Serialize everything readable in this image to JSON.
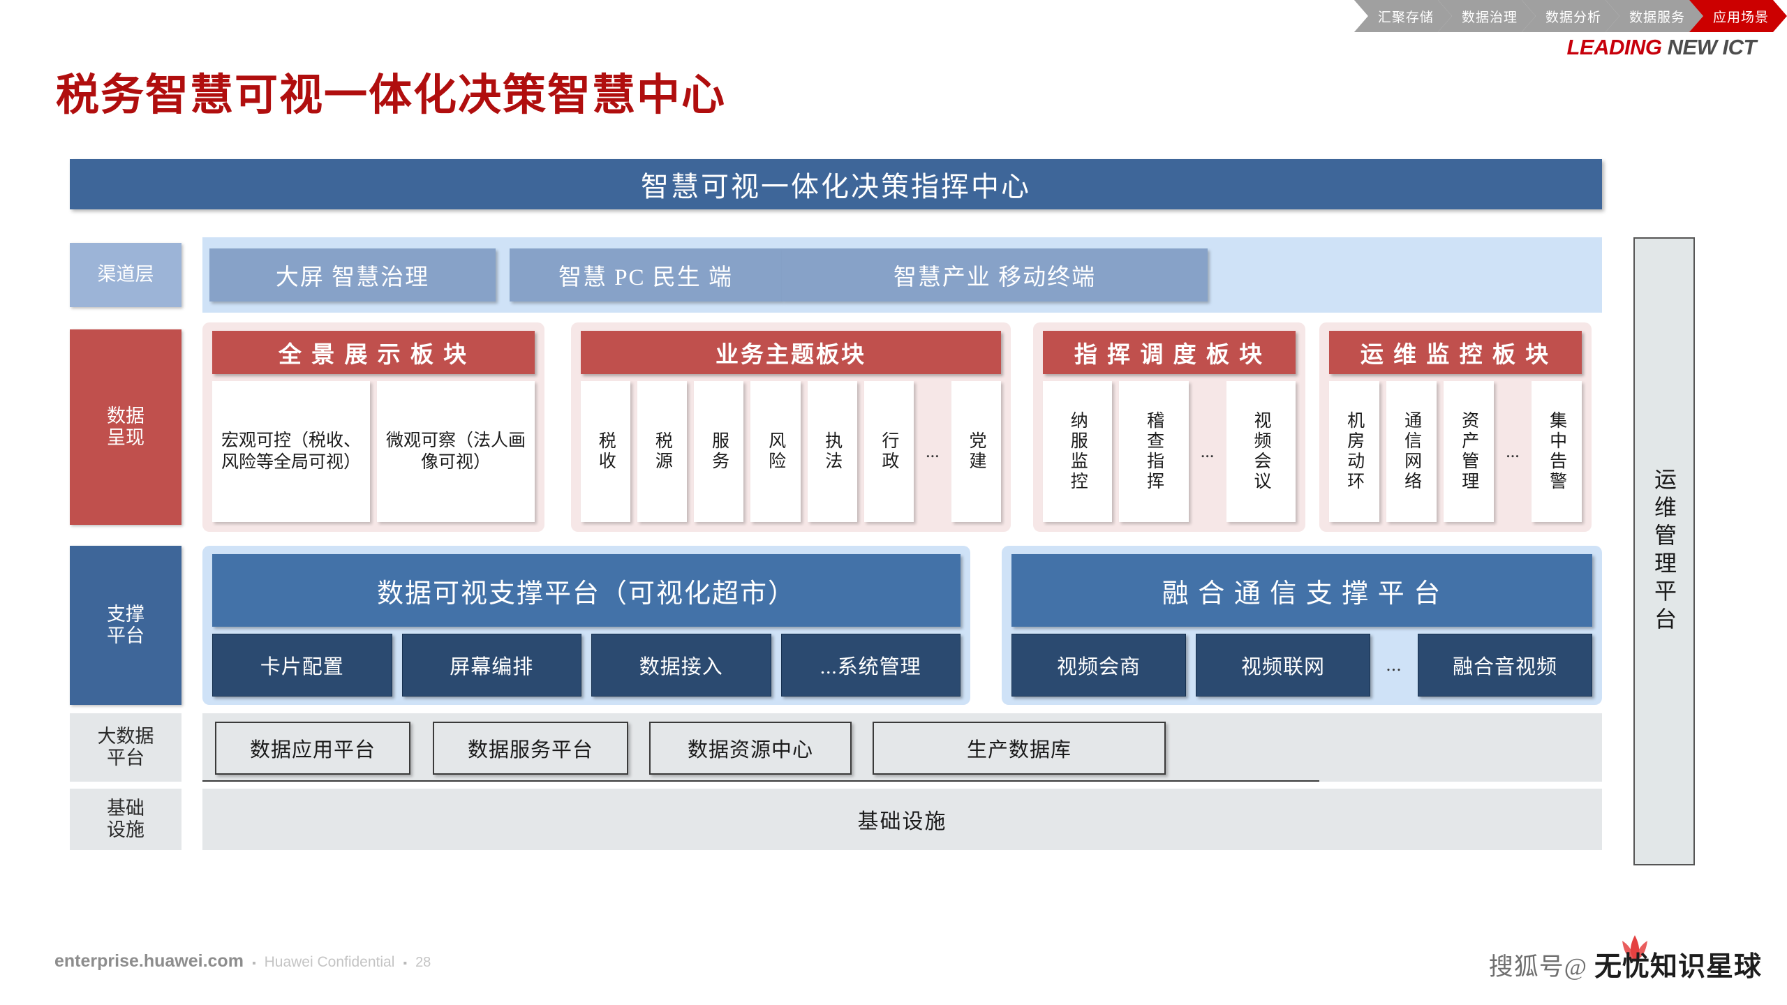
{
  "ribbon": {
    "steps": [
      {
        "label": "汇聚存储",
        "active": false
      },
      {
        "label": "数据治理",
        "active": false
      },
      {
        "label": "数据分析",
        "active": false
      },
      {
        "label": "数据服务",
        "active": false
      },
      {
        "label": "应用场景",
        "active": true
      }
    ],
    "active_color": "#cc0000",
    "inactive_color": "#a0a0a0"
  },
  "logo": {
    "primary": "LEADING",
    "secondary": "NEW ICT",
    "primary_color": "#c7000b",
    "secondary_color": "#4d4d4d"
  },
  "title": {
    "text": "税务智慧可视一体化决策智慧中心",
    "color": "#b00e0e"
  },
  "command_bar": {
    "text": "智慧可视一体化决策指挥中心",
    "color": "#3e6699"
  },
  "channel_layer": {
    "label": "渠道层",
    "items": [
      {
        "text": "大屏 智慧治理"
      },
      {
        "text": "智慧 PC 民生 端"
      },
      {
        "text": "智慧产业 移动终端"
      }
    ]
  },
  "data_presentation": {
    "label": "数据\n呈现",
    "label_line1": "数据",
    "label_line2": "呈现",
    "groups": [
      {
        "header": "全 景 展 示 板 块",
        "cards": [
          {
            "text": "宏观可控（税收、风险等全局可视）",
            "type": "wrap"
          },
          {
            "text": "微观可察（法人画像可视）",
            "type": "wrap"
          }
        ]
      },
      {
        "header": "业务主题板块",
        "cards": [
          {
            "text": "税收",
            "type": "vert"
          },
          {
            "text": "税源",
            "type": "vert"
          },
          {
            "text": "服务",
            "type": "vert"
          },
          {
            "text": "风险",
            "type": "vert"
          },
          {
            "text": "执法",
            "type": "vert"
          },
          {
            "text": "行政",
            "type": "vert"
          },
          {
            "text": "...",
            "type": "ell"
          },
          {
            "text": "党建",
            "type": "vert"
          }
        ]
      },
      {
        "header": "指 挥 调 度 板 块",
        "cards": [
          {
            "text": "纳服监控",
            "type": "vert"
          },
          {
            "text": "稽查指挥",
            "type": "vert"
          },
          {
            "text": "...",
            "type": "ell"
          },
          {
            "text": "视频会议",
            "type": "vert"
          }
        ]
      },
      {
        "header": "运 维 监 控 板 块",
        "cards": [
          {
            "text": "机房动环",
            "type": "vert"
          },
          {
            "text": "通信网络",
            "type": "vert"
          },
          {
            "text": "资产管理",
            "type": "vert"
          },
          {
            "text": "...",
            "type": "ell"
          },
          {
            "text": "集中告警",
            "type": "vert"
          }
        ]
      }
    ]
  },
  "support_platform": {
    "label_line1": "支撑",
    "label_line2": "平台",
    "groups": [
      {
        "header": "数据可视支撑平台（可视化超市）",
        "items": [
          {
            "text": "卡片配置",
            "type": "box"
          },
          {
            "text": "屏幕编排",
            "type": "box"
          },
          {
            "text": "数据接入",
            "type": "box"
          },
          {
            "text": "...系统管理",
            "type": "box"
          }
        ]
      },
      {
        "header": "融 合 通 信 支 撑 平 台",
        "items": [
          {
            "text": "视频会商",
            "type": "box"
          },
          {
            "text": "视频联网",
            "type": "box"
          },
          {
            "text": "...",
            "type": "ell"
          },
          {
            "text": "融合音视频",
            "type": "box"
          }
        ]
      }
    ]
  },
  "bigdata_platform": {
    "label_line1": "大数据",
    "label_line2": "平台",
    "items": [
      {
        "text": "数据应用平台"
      },
      {
        "text": "数据服务平台"
      },
      {
        "text": "数据资源中心"
      },
      {
        "text": "生产数据库"
      }
    ]
  },
  "infrastructure": {
    "label_line1": "基础",
    "label_line2": "设施",
    "text": "基础设施"
  },
  "sidebar": {
    "text": "运维管理平台"
  },
  "footer": {
    "site": "enterprise.huawei.com",
    "sep1": "▪",
    "confidential": "Huawei Confidential",
    "sep2": "▪",
    "page": "28"
  },
  "watermark": {
    "prefix": "搜狐号@",
    "name": "无忧知识星球"
  }
}
